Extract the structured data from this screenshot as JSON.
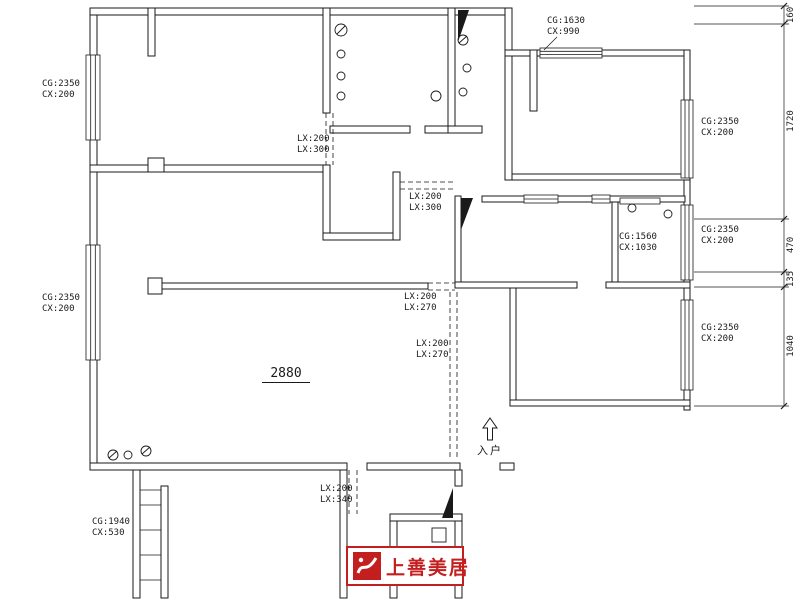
{
  "labels": {
    "cg_top_right": {
      "line1": "CG:1630",
      "line2": "CX:990"
    },
    "cg_left_upper": {
      "line1": "CG:2350",
      "line2": "CX:200"
    },
    "cg_left_lower": {
      "line1": "CG:2350",
      "line2": "CX:200"
    },
    "cg_right_upper": {
      "line1": "CG:2350",
      "line2": "CX:200"
    },
    "cg_right_middle": {
      "line1": "CG:2350",
      "line2": "CX:200"
    },
    "cg_right_lower": {
      "line1": "CG:2350",
      "line2": "CX:200"
    },
    "cg_closet": {
      "line1": "CG:1560",
      "line2": "CX:1030"
    },
    "cg_bottom_left": {
      "line1": "CG:1940",
      "line2": "CX:530"
    },
    "beam_top": {
      "line1": "LX:200",
      "line2": "LX:300"
    },
    "beam_hall": {
      "line1": "LX:200",
      "line2": "LX:300"
    },
    "beam_living_h": {
      "line1": "LX:200",
      "line2": "LX:270"
    },
    "beam_living_v": {
      "line1": "LX:200",
      "line2": "LX:270"
    },
    "beam_bottom": {
      "line1": "LX:200",
      "line2": "LX:340"
    }
  },
  "dimensions": {
    "living_width": "2880",
    "chain": [
      "160",
      "1720",
      "470",
      "135",
      "1040"
    ]
  },
  "entrance": {
    "label": "入户"
  },
  "logo": {
    "name": "上善美居"
  },
  "colors": {
    "line": "#1a1a1a",
    "brand": "#c41f1f"
  }
}
